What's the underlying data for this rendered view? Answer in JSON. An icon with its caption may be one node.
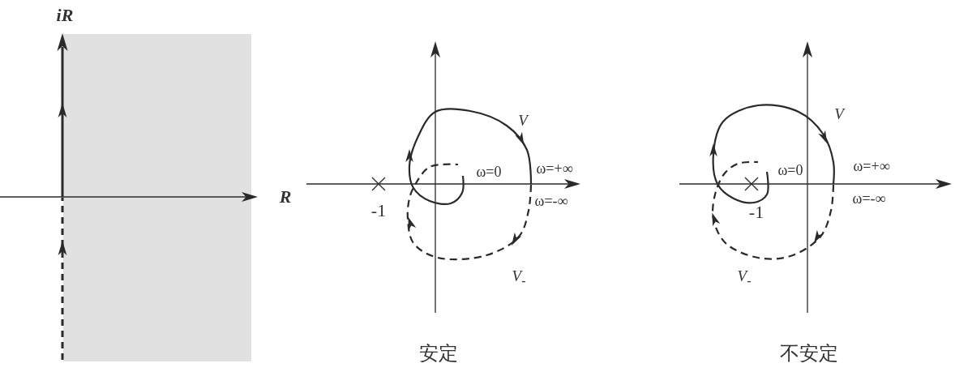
{
  "diagram": {
    "labels": [
      "iR",
      "R",
      "V",
      "ω=0",
      "ω=+∞",
      "-1",
      "ω=-∞",
      "V$_{-}$",
      "安定",
      "V",
      "ω=0",
      "ω=+∞",
      "-1",
      "ω=-∞",
      "V$_{-}$",
      "不安定"
    ]
  }
}
